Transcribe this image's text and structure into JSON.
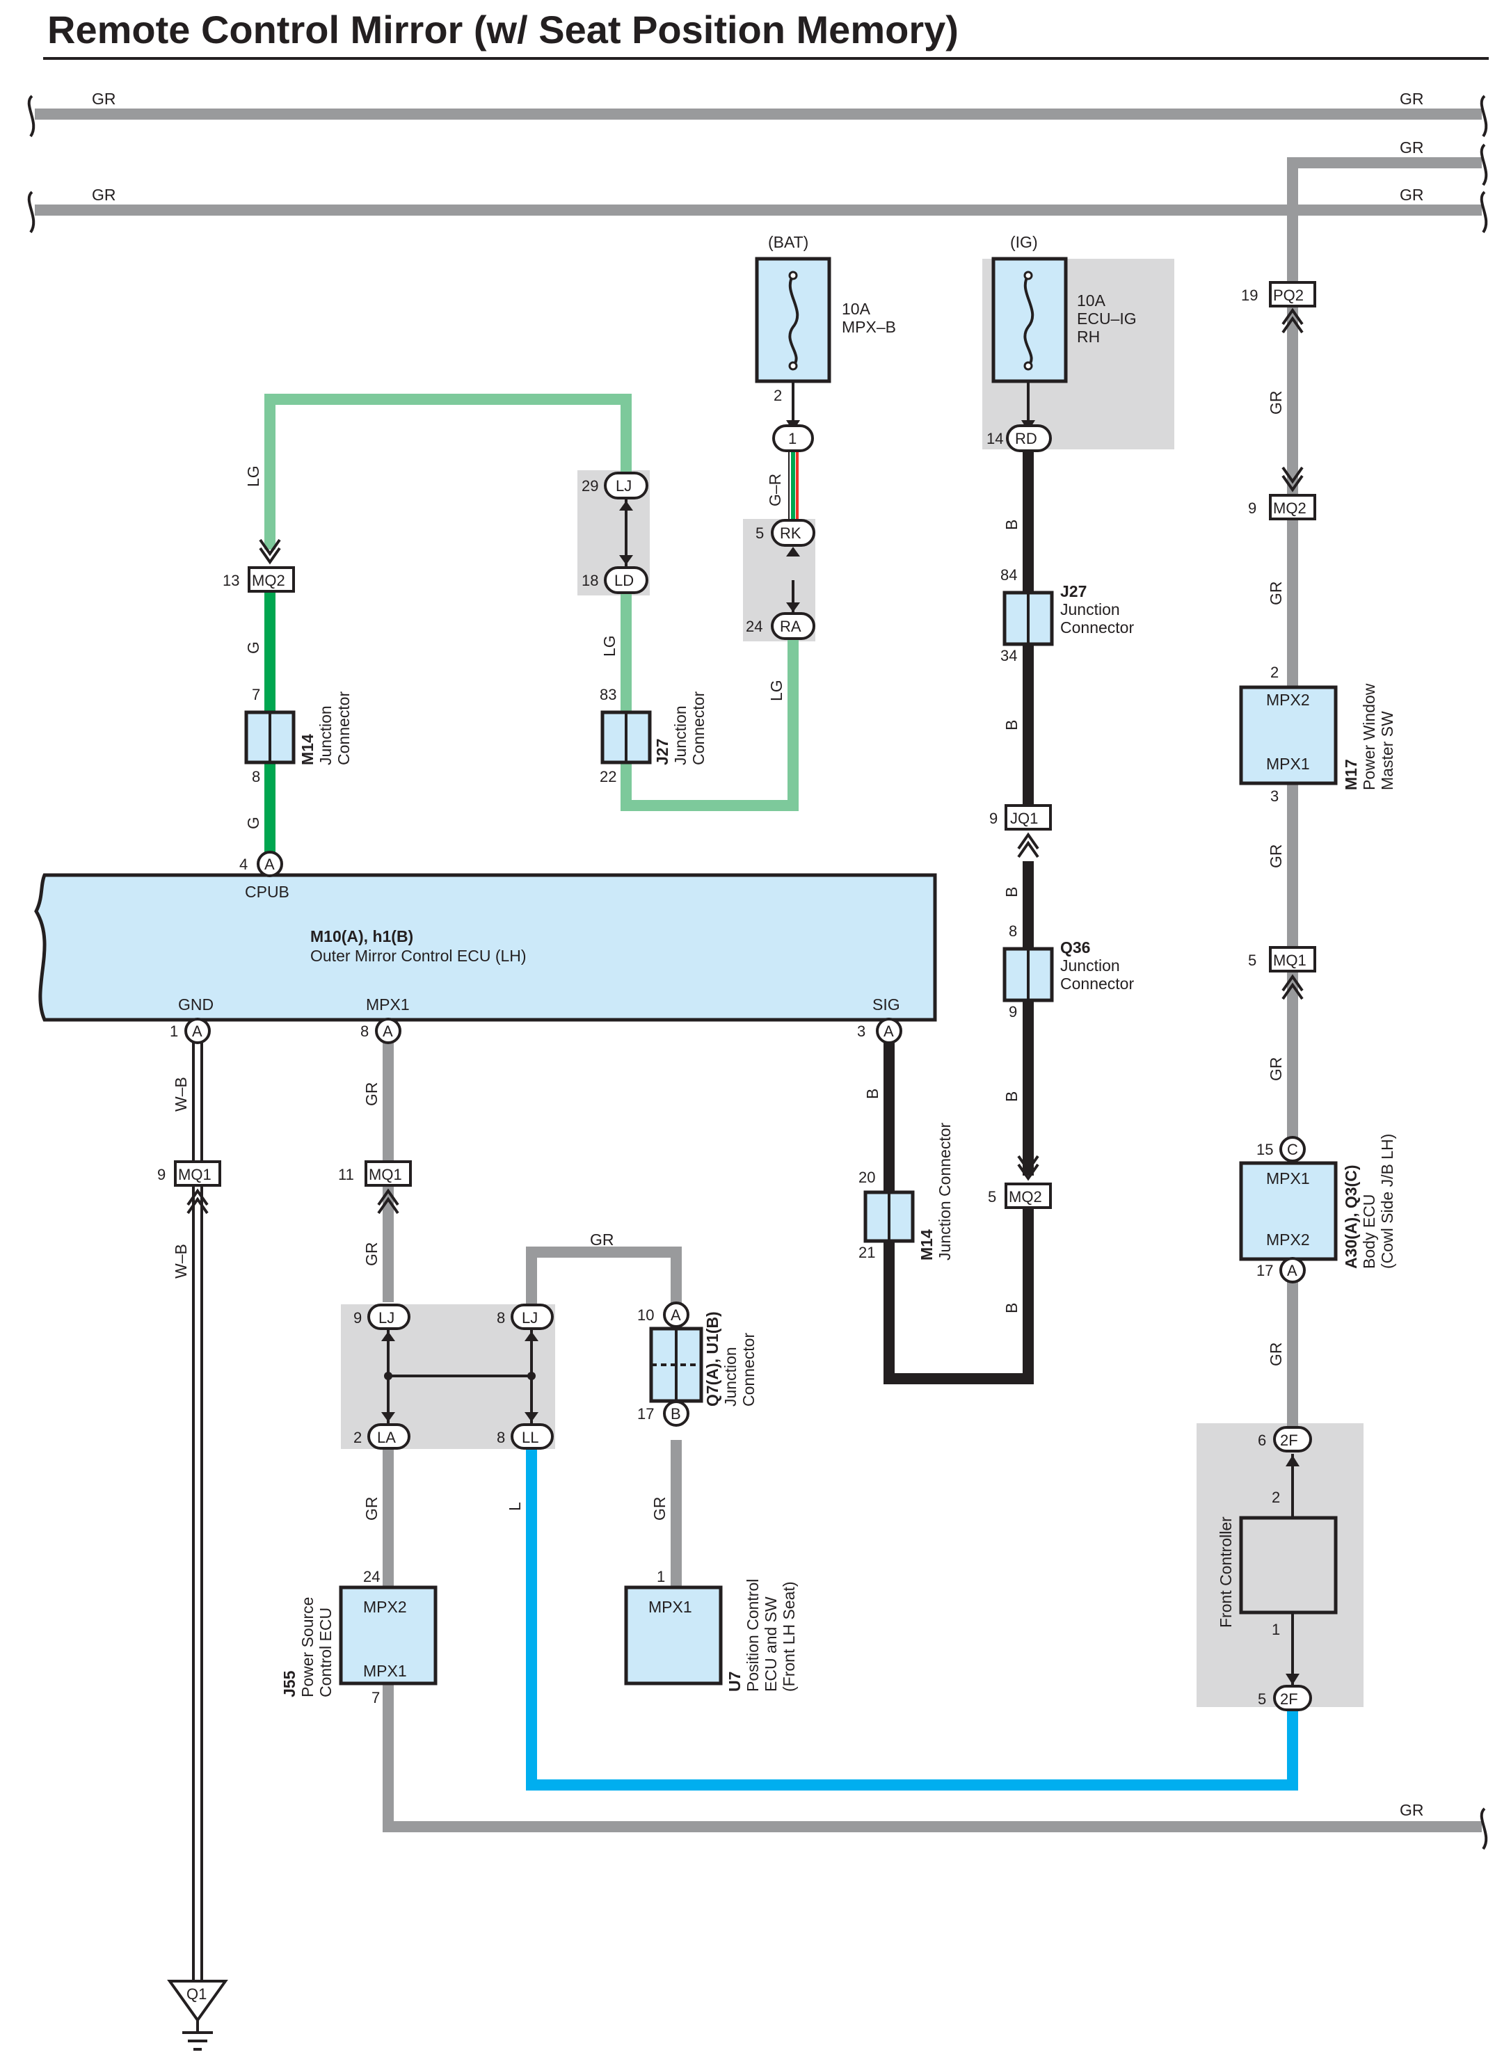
{
  "title": "Remote Control Mirror (w/ Seat Position Memory)",
  "colors": {
    "GR": "#999a9c",
    "LG": "#7dc99b",
    "G": "#00a64f",
    "B": "#231f20",
    "L": "#00aeef",
    "component_fill": "#cce9f9",
    "shade": "#d9d9da"
  },
  "wires": {
    "gr": "GR",
    "lg": "LG",
    "g": "G",
    "b": "B",
    "l": "L",
    "wb": "W–B",
    "gr_r": "G–R"
  },
  "power": {
    "bat": "(BAT)",
    "ig": "(IG)"
  },
  "fuses": {
    "mpxb": {
      "amp": "10A",
      "name": "MPX–B"
    },
    "ecuig": {
      "amp": "10A",
      "name1": "ECU–IG",
      "name2": "RH"
    }
  },
  "connectors": {
    "mq2": "MQ2",
    "mq1": "MQ1",
    "pq2": "PQ2",
    "jq1": "JQ1",
    "lj": "LJ",
    "ld": "LD",
    "rk": "RK",
    "ra": "RA",
    "rd": "RD",
    "la": "LA",
    "ll": "LL",
    "a": "A",
    "b": "B",
    "c": "C",
    "f2": "2F",
    "one": "1"
  },
  "pins": {
    "p1": "1",
    "p2": "2",
    "p3": "3",
    "p4": "4",
    "p5": "5",
    "p6": "6",
    "p7": "7",
    "p8": "8",
    "p9": "9",
    "p10": "10",
    "p11": "11",
    "p13": "13",
    "p14": "14",
    "p15": "15",
    "p17": "17",
    "p18": "18",
    "p19": "19",
    "p20": "20",
    "p21": "21",
    "p22": "22",
    "p24": "24",
    "p29": "29",
    "p34": "34",
    "p83": "83",
    "p84": "84"
  },
  "components": {
    "ecu": {
      "code": "M10(A), h1(B)",
      "name": "Outer Mirror Control ECU (LH)",
      "cpub": "CPUB",
      "gnd": "GND",
      "mpx1": "MPX1",
      "sig": "SIG"
    },
    "jc": {
      "junction": "Junction",
      "connector": "Connector",
      "jc_full": "Junction Connector"
    },
    "m14": "M14",
    "j27": "J27",
    "q36": "Q36",
    "q7": "Q7(A), U1(B)",
    "m17": {
      "code": "M17",
      "l1": "Power Window",
      "l2": "Master SW",
      "mpx2": "MPX2",
      "mpx1": "MPX1"
    },
    "body": {
      "code": "A30(A), Q3(C)",
      "l1": "Body ECU",
      "l2": "(Cowl Side J/B LH)",
      "mpx1": "MPX1",
      "mpx2": "MPX2"
    },
    "j55": {
      "code": "J55",
      "l1": "Power Source",
      "l2": "Control ECU",
      "mpx2": "MPX2",
      "mpx1": "MPX1"
    },
    "u7": {
      "code": "U7",
      "l1": "Position Control",
      "l2": "ECU and SW",
      "l3": "(Front LH Seat)",
      "mpx1": "MPX1"
    },
    "front": {
      "name": "Front Controller"
    },
    "ground": "Q1"
  }
}
